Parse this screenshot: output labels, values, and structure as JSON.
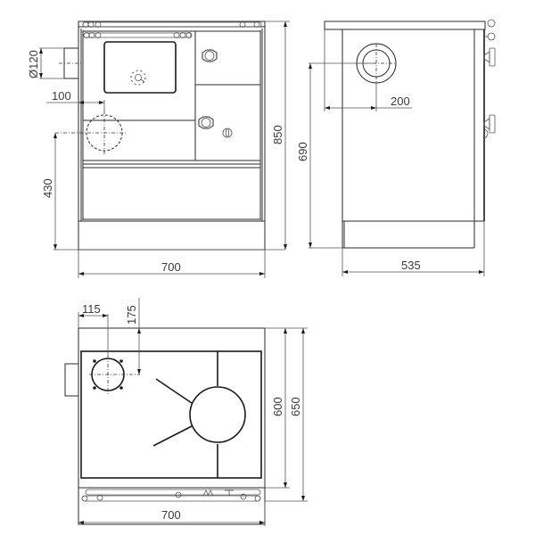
{
  "drawing": {
    "title": "Cooker dimensional drawing",
    "colors": {
      "line": "#2a2a2a",
      "text": "#3a3a3a",
      "background": "#ffffff"
    },
    "front_view": {
      "flue_diameter": "Ø120",
      "flue_offset_side": "100",
      "flue_height": "430",
      "total_height": "850",
      "width": "700"
    },
    "side_view": {
      "flue_offset_front": "200",
      "flue_height": "690",
      "depth": "535"
    },
    "top_view": {
      "flue_offset_side": "115",
      "flue_offset_back": "175",
      "top_depth": "600",
      "total_depth": "650",
      "width": "700"
    }
  }
}
